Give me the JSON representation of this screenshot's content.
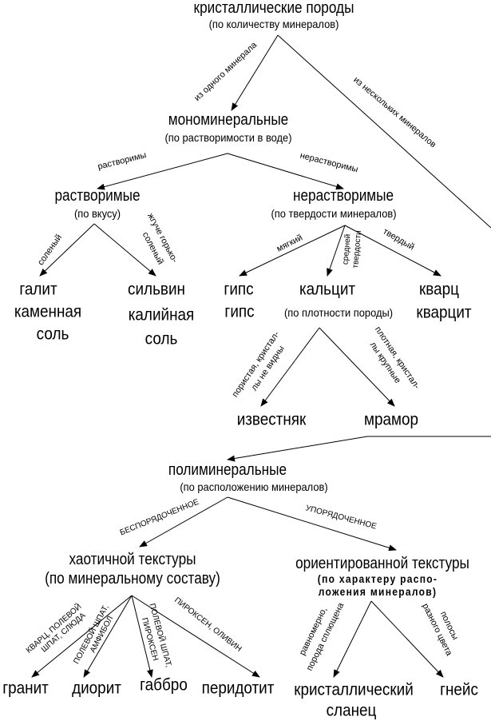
{
  "diagram": {
    "root": {
      "title": "кристаллические породы",
      "criterion": "(по количеству минералов)"
    },
    "edge_one_mineral": "из одного минерала",
    "edge_several_minerals": "из нескольких минералов",
    "mono": {
      "title": "мономинеральные",
      "criterion": "(по растворимости в воде)"
    },
    "edge_soluble": "растворимы",
    "edge_insoluble": "нерастворимы",
    "soluble": {
      "title": "растворимые",
      "criterion": "(по вкусу)"
    },
    "insoluble": {
      "title": "нерастворимые",
      "criterion": "(по твердости минералов)"
    },
    "edge_salty": "соленый",
    "edge_bitter": [
      "жгуче горько-",
      "соленый"
    ],
    "halite": {
      "mineral": "галит",
      "rock_lines": [
        "каменная",
        "соль"
      ]
    },
    "sylvite": {
      "mineral": "сильвин",
      "rock_lines": [
        "калийная",
        "соль"
      ]
    },
    "edge_soft": "мягкий",
    "edge_medium": [
      "средней",
      "твердости"
    ],
    "edge_hard": "твердый",
    "gypsum": {
      "mineral": "гипс",
      "rock": "гипс"
    },
    "calcite": {
      "mineral": "кальцит",
      "criterion": "(по плотности породы)"
    },
    "quartz": {
      "mineral": "кварц",
      "rock": "кварцит"
    },
    "edge_porous": [
      "пористая, кристал-",
      "лы не видны"
    ],
    "edge_dense": [
      "плотная, кристал-",
      "лы крупные"
    ],
    "limestone": "известняк",
    "marble": "мрамор",
    "poly": {
      "title": "полиминеральные",
      "criterion": "(по расположению минералов)"
    },
    "edge_disordered": "БЕСПОРЯДОЧЕННОЕ",
    "edge_ordered": "УПОРЯДОЧЕННОЕ",
    "chaotic": {
      "title": "хаотичной текстуры",
      "criterion": "(по минеральному составу)"
    },
    "oriented": {
      "title": "ориентированной текстуры",
      "criterion_lines": [
        "(по характеру распо-",
        "ложения минералов)"
      ]
    },
    "edge_granite": [
      "КВАРЦ, ПОЛЕВОЙ",
      "ШПАТ, СЛЮДА"
    ],
    "edge_diorite": [
      "ПОЛЕВОЙ ШПАТ,",
      "АМФИБОЛ"
    ],
    "edge_gabbro": [
      "ПОЛЕВОЙ ШПАТ,",
      "ПИРОКСЕН"
    ],
    "edge_peridotite": "ПИРОКСЕН, ОЛИВИН",
    "edge_uniform": [
      "равномерно,",
      "порода сплющена"
    ],
    "edge_bands": [
      "полосы",
      "разного цвета"
    ],
    "granite": "гранит",
    "diorite": "диорит",
    "gabbro": "габбро",
    "peridotite": "перидотит",
    "schist_lines": [
      "кристаллический",
      "сланец"
    ],
    "gneiss": "гнейс"
  }
}
